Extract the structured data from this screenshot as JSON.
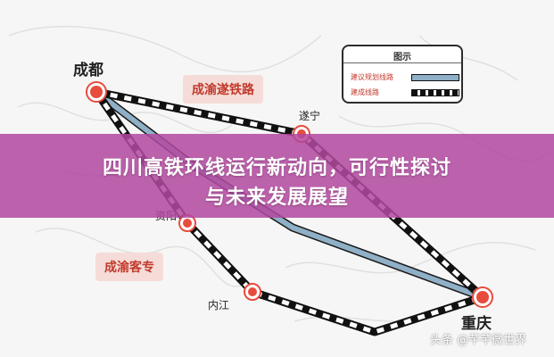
{
  "map": {
    "cities": {
      "chengdu": "成都",
      "suining": "遂宁",
      "ziyang": "资阳",
      "neijiang": "内江",
      "chongqing": "重庆"
    },
    "line_tags": {
      "chengyu_suiyu": "成渝遂铁路",
      "chengyu_kezhuan": "成渝客专"
    },
    "legend": {
      "title": "图示",
      "planned_label": "建议规划线路",
      "built_label": "建成线路",
      "planned_color": "#7f9fb6",
      "built_color": "#111111"
    },
    "colors": {
      "city_dot": "#e74c3c",
      "tag_text": "#c0392b",
      "tag_bg": "#f6dcd8"
    }
  },
  "banner": {
    "title_line_1": "四川高铁环线运行新动向，可行性探讨",
    "title_line_2": "与未来发展展望",
    "bg_color": "#b248a0"
  },
  "watermark": "头条 @芊芊微世界"
}
